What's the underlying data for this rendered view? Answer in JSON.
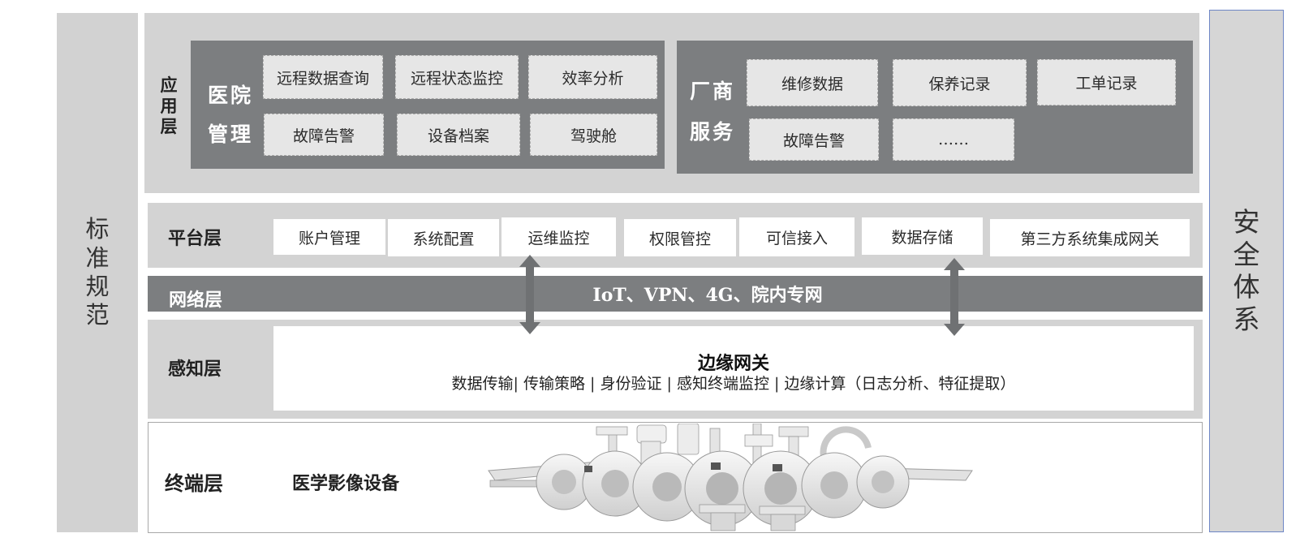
{
  "standards": {
    "title_chars": [
      "标",
      "准",
      "规",
      "范"
    ]
  },
  "security": {
    "title_chars": [
      "安",
      "全",
      "体",
      "系"
    ]
  },
  "application_layer": {
    "title_chars": [
      "应",
      "用",
      "层"
    ],
    "hospital": {
      "title_line1": "医院",
      "title_line2": "管理",
      "items": [
        "远程数据查询",
        "远程状态监控",
        "效率分析",
        "故障告警",
        "设备档案",
        "驾驶舱"
      ]
    },
    "vendor": {
      "title_line1": "厂商",
      "title_line2": "服务",
      "items": [
        "维修数据",
        "保养记录",
        "工单记录",
        "故障告警",
        "……"
      ]
    }
  },
  "platform_layer": {
    "title": "平台层",
    "items": [
      "账户管理",
      "系统配置",
      "运维监控",
      "权限管控",
      "可信接入",
      "数据存储",
      "第三方系统集成网关"
    ]
  },
  "network_layer": {
    "title": "网络层",
    "text": "IoT、VPN、4G、院内专网"
  },
  "sensing_layer": {
    "title": "感知层",
    "edge_title": "边缘网关",
    "edge_features": "数据传输| 传输策略 | 身份验证 | 感知终端监控 | 边缘计算（日志分析、特征提取）"
  },
  "terminal_layer": {
    "title": "终端层",
    "device_label": "医学影像设备"
  }
}
